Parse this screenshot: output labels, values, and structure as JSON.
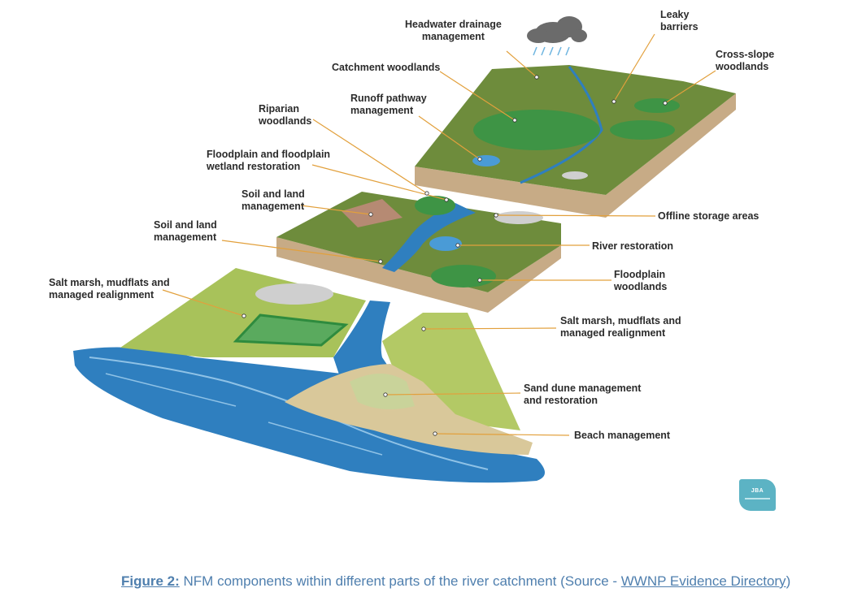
{
  "labels": {
    "headwater": "Headwater drainage\nmanagement",
    "leaky": "Leaky\nbarriers",
    "cross_slope": "Cross-slope\nwoodlands",
    "catchment_woodlands": "Catchment woodlands",
    "runoff": "Runoff pathway\nmanagement",
    "riparian": "Riparian\nwoodlands",
    "floodplain_wetland": "Floodplain and floodplain\nwetland restoration",
    "soil_mid": "Soil and land\nmanagement",
    "soil_low": "Soil and land\nmanagement",
    "offline": "Offline storage areas",
    "river": "River restoration",
    "floodplain_woodlands": "Floodplain\nwoodlands",
    "salt_left": "Salt marsh, mudflats and\nmanaged realignment",
    "salt_right": "Salt marsh, mudflats and\nmanaged realignment",
    "sand": "Sand dune management\nand restoration",
    "beach": "Beach management"
  },
  "logo": {
    "text": "JBA"
  },
  "caption": {
    "figure": "Figure 2:",
    "text": " NFM components within different parts of the river catchment (Source - ",
    "link": "WWNP Evidence Directory",
    "end": ")"
  },
  "colors": {
    "grass": "#6e8c3c",
    "grass_light": "#a8c25a",
    "trees": "#3e9445",
    "water": "#2f7fbf",
    "sand": "#d9c89a",
    "soil": "#c7ab86",
    "leader": "#e2a03c"
  }
}
